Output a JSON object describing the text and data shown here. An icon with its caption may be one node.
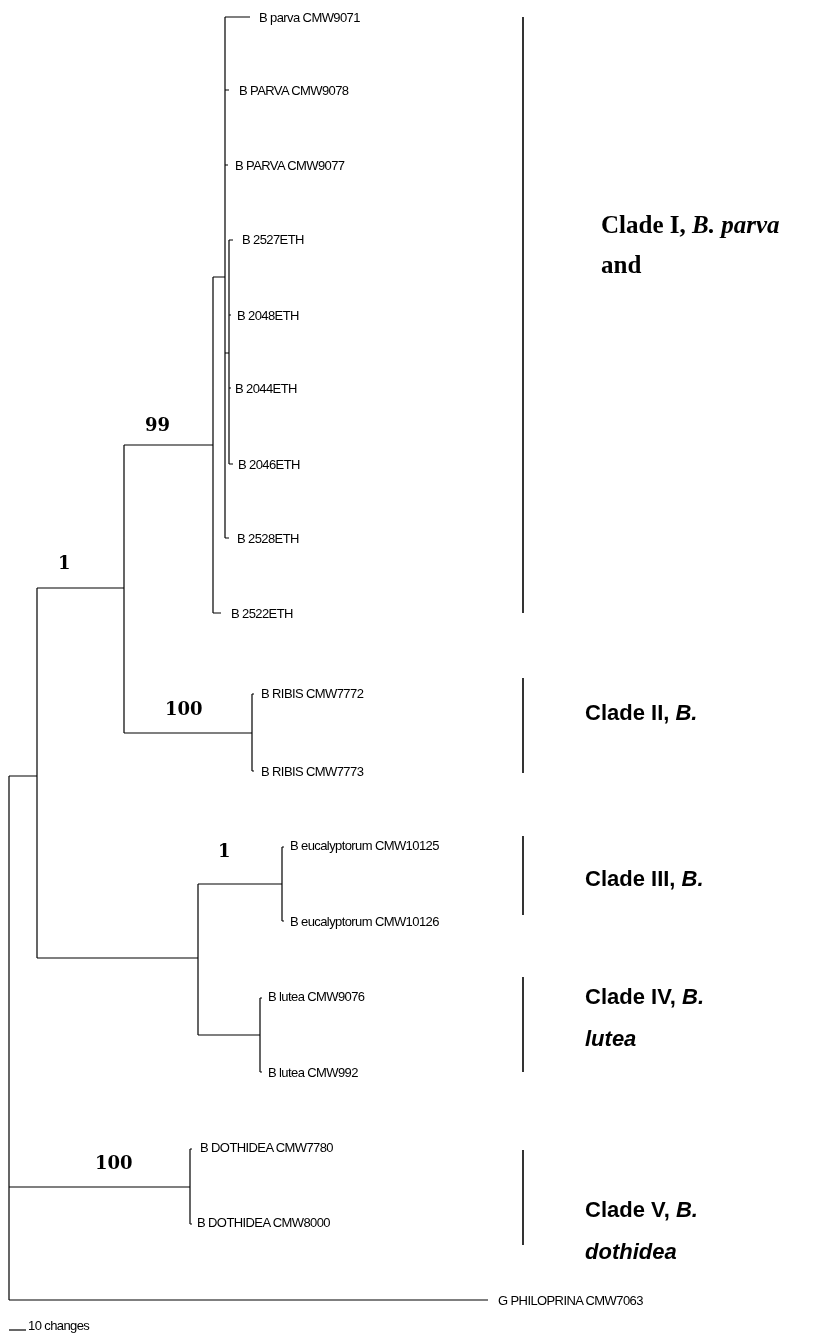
{
  "diagram": {
    "labels": [
      "B parva CMW9071",
      "B PARVA CMW9078",
      "B PARVA CMW9077",
      "Clade I, *B. parva* and",
      "B 2527ETH",
      "B 2048ETH",
      "B 2044ETH",
      "99",
      "B 2046ETH",
      "B 2528ETH",
      "1",
      "B 2522ETH",
      "B RIBIS CMW7772",
      "100",
      "Clade II, *B.*",
      "B RIBIS CMW7773",
      "1",
      "B eucalyptorum CMW10125",
      "Clade III, *B.*",
      "B eucalyptorum CMW10126",
      "B lutea CMW9076",
      "Clade IV, *B. lutea*",
      "B lutea CMW992",
      "B DOTHIDEA CMW7780",
      "100",
      "B DOTHIDEA CMW8000",
      "Clade V, *B. dothidea*",
      "G PHILOPRINA CMW7063",
      "10 changes"
    ]
  }
}
